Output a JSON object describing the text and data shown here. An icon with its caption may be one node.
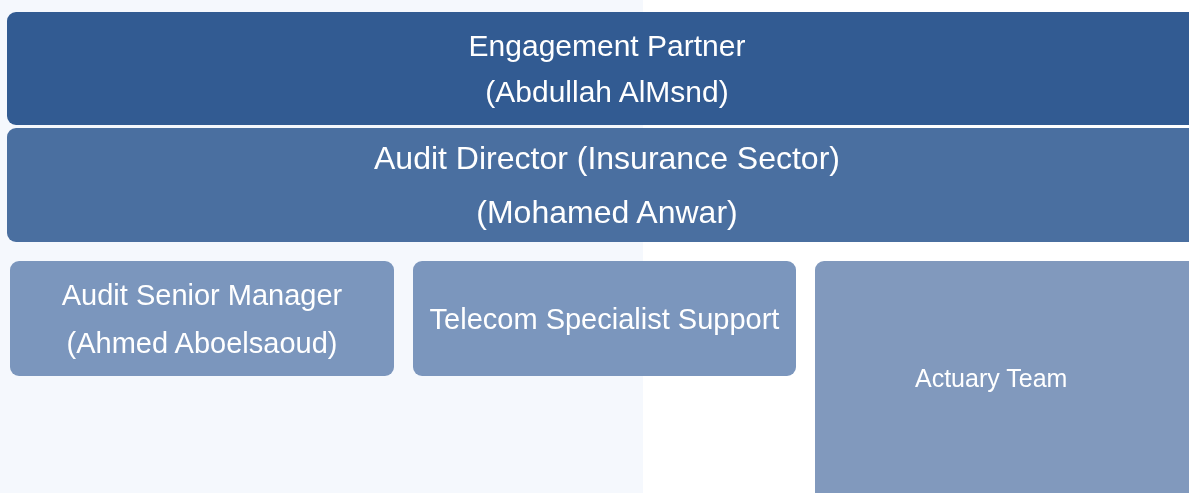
{
  "diagram": {
    "nodes": [
      {
        "text": [
          "Engagement Partner",
          "(Abdullah AlMsnd)"
        ]
      },
      {
        "text": [
          "Audit Director (Insurance Sector)",
          "(Mohamed Anwar)"
        ]
      },
      {
        "text": [
          "Audit Senior Manager",
          "(Ahmed Aboelsaoud)"
        ]
      },
      {
        "text": [
          "Telecom Specialist Support"
        ]
      },
      {
        "text": [
          "Actuary Team"
        ]
      }
    ],
    "edges": []
  }
}
